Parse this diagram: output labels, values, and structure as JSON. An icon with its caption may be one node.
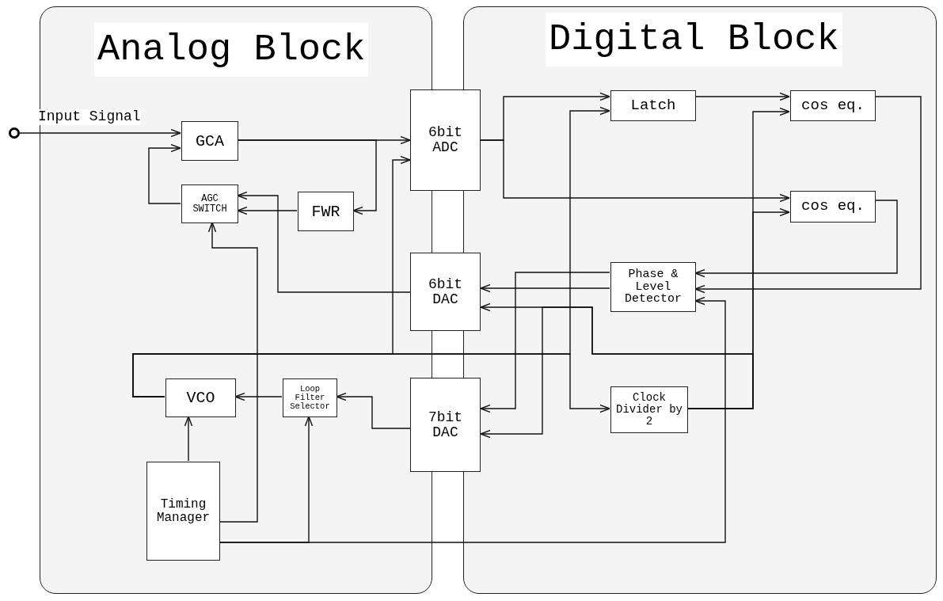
{
  "diagram": {
    "nodes": [
      {
        "text": [
          "Analog Block"
        ]
      },
      {
        "text": [
          "Digital Block"
        ]
      },
      {
        "text": [],
        "shape": "circle"
      },
      {
        "text": [
          "GCA"
        ],
        "in": 0
      },
      {
        "text": [
          "AGC SWITCH"
        ],
        "in": 0
      },
      {
        "text": [
          "FWR"
        ],
        "in": 0
      },
      {
        "text": [
          "VCO"
        ],
        "in": 0
      },
      {
        "text": [
          "Loop Filter Selector"
        ],
        "in": 0
      },
      {
        "text": [
          "Timing Manager"
        ],
        "in": 0
      },
      {
        "text": [
          "6bit ADC"
        ]
      },
      {
        "text": [
          "6bit DAC"
        ]
      },
      {
        "text": [
          "7bit DAC"
        ]
      },
      {
        "text": [
          "Latch"
        ],
        "in": 1
      },
      {
        "text": [
          "cos eq."
        ],
        "in": 1
      },
      {
        "text": [
          "cos eq."
        ],
        "in": 1
      },
      {
        "text": [
          "Phase & Level Detector"
        ],
        "in": 1
      },
      {
        "text": [
          "Clock Divider by 2"
        ],
        "in": 1
      }
    ],
    "edges": [
      {
        "from": 2,
        "to": 3,
        "arrow": "to",
        "label": "Input Signal"
      },
      {
        "from": 3,
        "to": 9,
        "arrow": "to"
      },
      {
        "from": 3,
        "to": 5,
        "arrow": "to"
      },
      {
        "from": 5,
        "to": 4,
        "arrow": "to"
      },
      {
        "from": 4,
        "to": 3,
        "arrow": "to"
      },
      {
        "from": 10,
        "to": 4,
        "arrow": "to"
      },
      {
        "from": 8,
        "to": 4,
        "arrow": "to"
      },
      {
        "from": 8,
        "to": 6,
        "arrow": "to"
      },
      {
        "from": 8,
        "to": 7,
        "arrow": "to"
      },
      {
        "from": 8,
        "to": 15,
        "arrow": "to"
      },
      {
        "from": 7,
        "to": 6,
        "arrow": "to"
      },
      {
        "from": 11,
        "to": 7,
        "arrow": "to"
      },
      {
        "from": 6,
        "to": 9,
        "arrow": "to"
      },
      {
        "from": 6,
        "to": 12,
        "arrow": "to"
      },
      {
        "from": 6,
        "to": 16,
        "arrow": "to"
      },
      {
        "from": 9,
        "to": 12,
        "arrow": "to"
      },
      {
        "from": 9,
        "to": 14,
        "arrow": "to"
      },
      {
        "from": 12,
        "to": 13,
        "arrow": "to"
      },
      {
        "from": 13,
        "to": 15,
        "arrow": "to"
      },
      {
        "from": 14,
        "to": 15,
        "arrow": "to"
      },
      {
        "from": 15,
        "to": 10,
        "arrow": "to"
      },
      {
        "from": 15,
        "to": 11,
        "arrow": "to"
      },
      {
        "from": 16,
        "to": 13,
        "arrow": "to"
      },
      {
        "from": 16,
        "to": 14,
        "arrow": "to"
      },
      {
        "from": 16,
        "to": 10,
        "arrow": "to"
      },
      {
        "from": 16,
        "to": 11,
        "arrow": "to"
      }
    ]
  }
}
